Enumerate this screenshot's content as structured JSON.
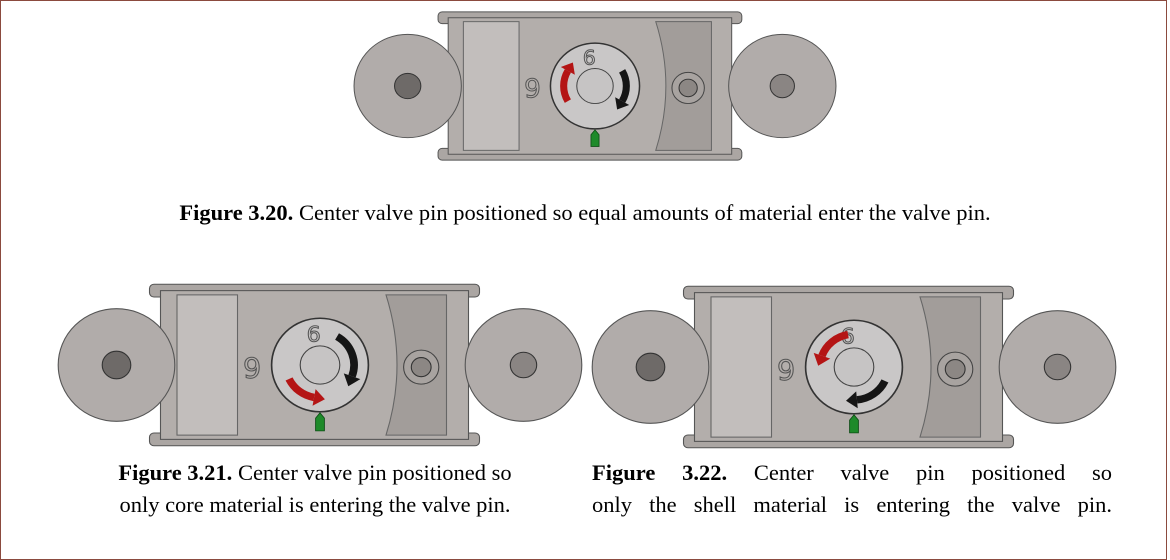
{
  "figures": [
    {
      "id": "fig-3-20",
      "label": "Figure 3.20.",
      "caption": " Center valve pin positioned so equal amounts of material enter the valve pin.",
      "variant": "equal",
      "colors": {
        "red": "#b41515",
        "black": "#151515",
        "green": "#1e8a2a"
      }
    },
    {
      "id": "fig-3-21",
      "label": "Figure 3.21.",
      "caption_line1": " Center valve pin positioned so",
      "caption_line2": "only core material is entering the valve pin.",
      "variant": "core"
    },
    {
      "id": "fig-3-22",
      "label": "Figure 3.22.",
      "caption_line1": " Center valve pin positioned so",
      "caption_line2": "only the shell material is entering the valve pin.",
      "variant": "shell"
    }
  ],
  "colors": {
    "body": "#b3aeab",
    "ring": "#c9c7c7",
    "border": "#8b4a3e",
    "red": "#b41515",
    "black": "#151515",
    "green": "#1e8a2a"
  }
}
